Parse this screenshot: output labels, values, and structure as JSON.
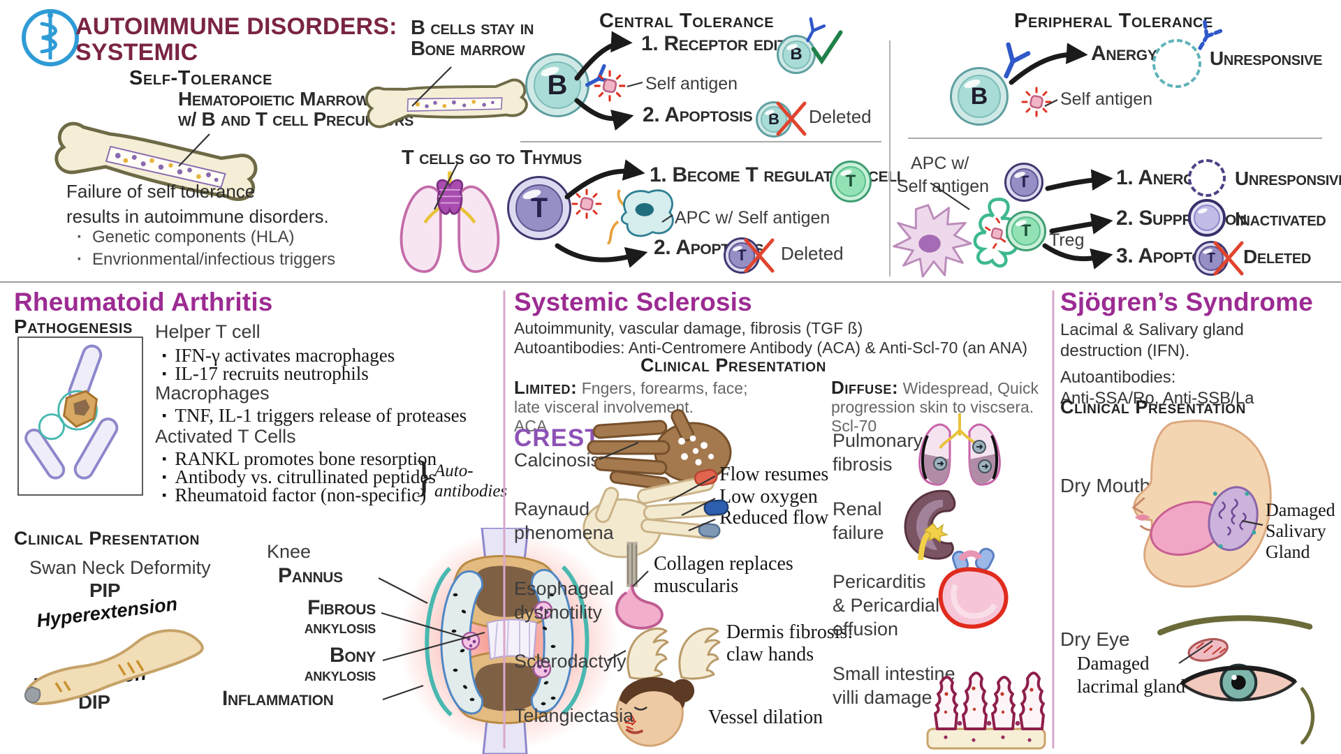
{
  "colors": {
    "title": "#7a2444",
    "disease": "#9c2b92",
    "crest": "#8d52b5",
    "limited_colon": "#2ba3b0",
    "logo_blue": "#2e9bd6",
    "divider_pink": "#d9a8cc",
    "divider_gray": "#9b9b9b",
    "check_green": "#1f8148",
    "x_red": "#e0442e"
  },
  "header": {
    "title_line1": "AUTOIMMUNE DISORDERS:",
    "title_line2": "SYSTEMIC"
  },
  "self_tolerance": {
    "heading": "Self-Tolerance",
    "marrow_label": [
      "Hematopoietic Marrow",
      "w/ B and T cell Precursors"
    ],
    "failure_lines": [
      "Failure of self tolerance",
      "results in autoimmune disorders."
    ],
    "bullets": [
      "Genetic components (HLA)",
      "Envrionmental/infectious triggers"
    ]
  },
  "central_tolerance": {
    "heading": "Central Tolerance",
    "b_cells_label": [
      "B cells stay in",
      "Bone marrow"
    ],
    "b_letter": "B",
    "t_letter": "T",
    "self_antigen": "Self antigen",
    "b_outcome_1": "1. Receptor editing",
    "b_outcome_2": "2. Apoptosis",
    "b_deleted": "Deleted",
    "t_cells_label": "T cells go to Thymus",
    "apc_label": "APC w/ Self antigen",
    "t_outcome_1": "1. Become T regulatory cell",
    "t_outcome_2": "2. Apoptosis",
    "t_deleted": "Deleted"
  },
  "peripheral_tolerance": {
    "heading": "Peripheral Tolerance",
    "b_letter": "B",
    "t_letter": "T",
    "b_outcome": "Anergy",
    "b_state": "Unresponsive",
    "self_antigen": "Self antigen",
    "apc_label": [
      "APC w/",
      "Self antigen"
    ],
    "treg_label": "Treg",
    "outcomes": [
      "1. Anergy",
      "2. Suppression",
      "3. Apoptosis"
    ],
    "states": [
      "Unresponsive",
      "Inactivated",
      "Deleted"
    ]
  },
  "rheumatoid_arthritis": {
    "title": "Rheumatoid Arthritis",
    "pathogenesis_heading": "Pathogenesis",
    "groups": [
      {
        "name": "Helper T cell",
        "bullets": [
          "IFN-γ activates macrophages",
          "IL-17 recruits neutrophils"
        ]
      },
      {
        "name": "Macrophages",
        "bullets": [
          "TNF, IL-1 triggers release of proteases"
        ]
      },
      {
        "name": "Activated T Cells",
        "bullets": [
          "RANKL promotes bone resorption",
          "Antibody vs. citrullinated peptides",
          "Rheumatoid factor (non-specific)"
        ]
      }
    ],
    "brace": "}",
    "autoantibody_note": [
      "Auto-",
      "antibodies"
    ],
    "clinical_heading": "Clinical Presentation",
    "swan_label": "Swan Neck Deformity",
    "pip": "PIP",
    "hyperextension": "Hyperextension",
    "hyperflexion": "Hyperflexion",
    "dip": "DIP",
    "knee_label": "Knee",
    "pannus": "Pannus",
    "fibrous": [
      "Fibrous",
      "ankylosis"
    ],
    "bony": [
      "Bony",
      "ankylosis"
    ],
    "inflammation": "Inflammation"
  },
  "systemic_sclerosis": {
    "title": "Systemic Sclerosis",
    "subtitle": [
      "Autoimmunity, vascular damage, fibrosis (TGF ß)",
      "Autoantibodies: Anti-Centromere Antibody (ACA) & Anti-Scl-70 (an ANA)"
    ],
    "clinical_heading": "Clinical Presentation",
    "limited_label": "Limited:",
    "limited_lines": [
      "Fngers, forearms, face;",
      "late visceral involvement.",
      "ACA"
    ],
    "diffuse_label": "Diffuse:",
    "diffuse_lines": [
      "Widespread, Quick",
      "progression skin to viscsera.",
      "Scl-70"
    ],
    "crest": "CREST",
    "calcinosis": "Calcinosis",
    "raynaud": [
      "Raynaud",
      "phenomena"
    ],
    "raynaud_labels": [
      "Flow resumes",
      "Low oxygen",
      "Reduced flow"
    ],
    "esophageal": [
      "Esophageal",
      "dysmotility"
    ],
    "esophageal_label": [
      "Collagen replaces",
      "muscularis"
    ],
    "sclerodactyly": "Sclerodactyly",
    "sclerodactyly_label": [
      "Dermis fibrosis:",
      "claw hands"
    ],
    "telangiectasia": "Telangiectasia",
    "telangiectasia_label": "Vessel dilation",
    "right_items": [
      [
        "Pulmonary",
        "fibrosis"
      ],
      [
        "Renal",
        "failure"
      ],
      [
        "Pericarditis",
        "& Pericardial",
        "effusion"
      ],
      [
        "Small intestine",
        "villi damage"
      ]
    ]
  },
  "sjogrens": {
    "title": "Sjögren’s Syndrome",
    "subtitle": [
      "Lacimal & Salivary gland",
      "destruction (IFN).",
      "Autoantibodies:",
      "Anti-SSA/Ro, Anti-SSB/La"
    ],
    "clinical_heading": "Clinical Presentation",
    "dry_mouth": "Dry Mouth",
    "salivary_label": [
      "Damaged",
      "Salivary",
      "Gland"
    ],
    "dry_eye": "Dry Eye",
    "lacrimal_label": [
      "Damaged",
      "lacrimal gland"
    ]
  }
}
